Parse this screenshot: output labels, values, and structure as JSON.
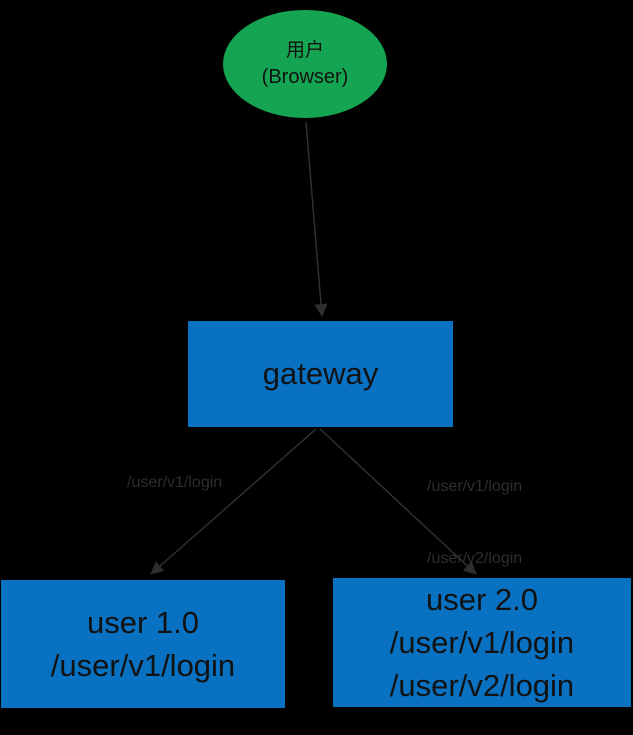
{
  "diagram": {
    "background_color": "#000000",
    "colors": {
      "user_node_fill": "#14a452",
      "service_node_fill": "#0971c2",
      "node_text": "#121212",
      "edge_line": "#323232",
      "edge_label_text": "#2d2d2d"
    },
    "nodes": {
      "user": {
        "line1": "用户",
        "line2": "(Browser)"
      },
      "gateway": {
        "label": "gateway"
      },
      "user_v1": {
        "line1": "user 1.0",
        "line2": "/user/v1/login"
      },
      "user_v2": {
        "line1": "user 2.0",
        "line2": "/user/v1/login",
        "line3": "/user/v2/login"
      }
    },
    "edges": {
      "left_label": "/user/v1/login",
      "right_label_1": "/user/v1/login",
      "right_label_2": "/user/v2/login"
    }
  }
}
